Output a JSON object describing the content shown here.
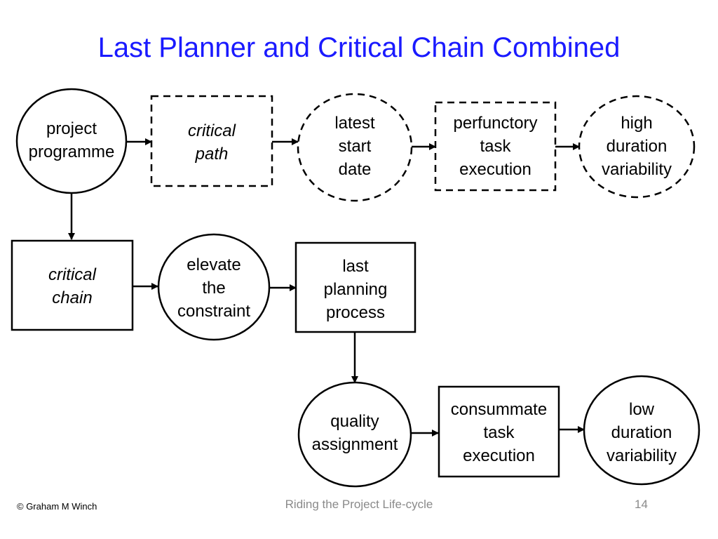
{
  "slide": {
    "title": "Last Planner and Critical Chain Combined"
  },
  "nodes": {
    "project_programme": {
      "text": "project\nprogramme",
      "shape": "ellipse",
      "border": "solid",
      "italic": false
    },
    "critical_path": {
      "text": "critical\npath",
      "shape": "rect",
      "border": "dashed",
      "italic": true
    },
    "latest_start_date": {
      "text": "latest\nstart\ndate",
      "shape": "ellipse",
      "border": "dashed",
      "italic": false
    },
    "perfunctory_task_execution": {
      "text": "perfunctory\ntask\nexecution",
      "shape": "rect",
      "border": "dashed",
      "italic": false
    },
    "high_duration_variability": {
      "text": "high\nduration\nvariability",
      "shape": "ellipse",
      "border": "dashed",
      "italic": false
    },
    "critical_chain": {
      "text": "critical\nchain",
      "shape": "rect",
      "border": "solid",
      "italic": true
    },
    "elevate_the_constraint": {
      "text": "elevate\nthe\nconstraint",
      "shape": "ellipse",
      "border": "solid",
      "italic": false
    },
    "last_planning_process": {
      "text": "last\nplanning\nprocess",
      "shape": "rect",
      "border": "solid",
      "italic": false
    },
    "quality_assignment": {
      "text": "quality\nassignment",
      "shape": "ellipse",
      "border": "solid",
      "italic": false
    },
    "consummate_task_execution": {
      "text": "consummate\ntask\nexecution",
      "shape": "rect",
      "border": "solid",
      "italic": false
    },
    "low_duration_variability": {
      "text": "low\nduration\nvariability",
      "shape": "ellipse",
      "border": "solid",
      "italic": false
    }
  },
  "edges": [
    {
      "from": "project_programme",
      "to": "critical_path"
    },
    {
      "from": "critical_path",
      "to": "latest_start_date"
    },
    {
      "from": "latest_start_date",
      "to": "perfunctory_task_execution"
    },
    {
      "from": "perfunctory_task_execution",
      "to": "high_duration_variability"
    },
    {
      "from": "project_programme",
      "to": "critical_chain"
    },
    {
      "from": "critical_chain",
      "to": "elevate_the_constraint"
    },
    {
      "from": "elevate_the_constraint",
      "to": "last_planning_process"
    },
    {
      "from": "last_planning_process",
      "to": "quality_assignment"
    },
    {
      "from": "quality_assignment",
      "to": "consummate_task_execution"
    },
    {
      "from": "consummate_task_execution",
      "to": "low_duration_variability"
    }
  ],
  "footer": {
    "copyright": "© Graham M Winch",
    "subtitle": "Riding the Project Life-cycle",
    "page_number": "14"
  },
  "colors": {
    "title": "#1a1aff",
    "stroke": "#000000",
    "footer_text": "#8a8a8a"
  }
}
